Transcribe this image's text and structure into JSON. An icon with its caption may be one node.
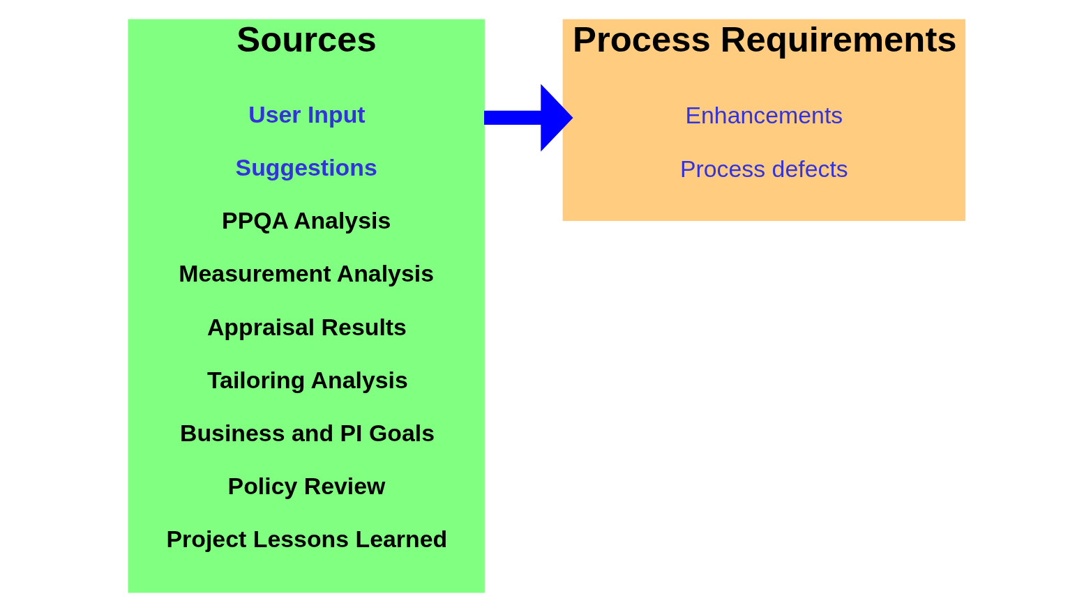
{
  "diagram": {
    "nodes": [
      {
        "text": [
          "Sources"
        ]
      },
      {
        "text": [
          "User Input"
        ],
        "in": 0
      },
      {
        "text": [
          "Suggestions"
        ],
        "in": 0
      },
      {
        "text": [
          "PPQA Analysis"
        ],
        "in": 0
      },
      {
        "text": [
          "Measurement Analysis"
        ],
        "in": 0
      },
      {
        "text": [
          "Appraisal Results"
        ],
        "in": 0
      },
      {
        "text": [
          "Tailoring Analysis"
        ],
        "in": 0
      },
      {
        "text": [
          "Business and PI Goals"
        ],
        "in": 0
      },
      {
        "text": [
          "Policy Review"
        ],
        "in": 0
      },
      {
        "text": [
          "Project Lessons Learned"
        ],
        "in": 0
      },
      {
        "text": [
          "Process Requirements"
        ]
      },
      {
        "text": [
          "Enhancements"
        ],
        "in": 10
      },
      {
        "text": [
          "Process defects"
        ],
        "in": 10
      }
    ],
    "edges": [
      {
        "from": 0,
        "to": 10,
        "arrow": "to"
      }
    ]
  }
}
